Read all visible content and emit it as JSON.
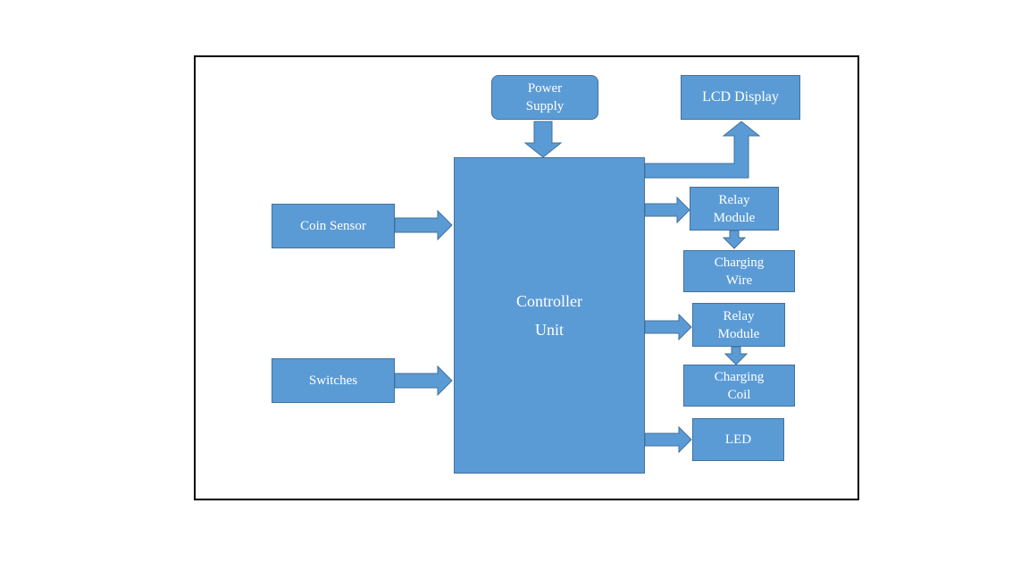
{
  "diagram": {
    "blocks": {
      "power_supply": "Power\nSupply",
      "lcd_display": "LCD Display",
      "controller": "Controller\nUnit",
      "coin_sensor": "Coin Sensor",
      "switches": "Switches",
      "relay_module_1": "Relay\nModule",
      "charging_wire": "Charging\nWire",
      "relay_module_2": "Relay\nModule",
      "charging_coil": "Charging\nCoil",
      "led": "LED"
    }
  },
  "colors": {
    "block_fill": "#5b9bd5",
    "block_border": "#41719c",
    "text": "#ffffff",
    "frame": "#000000"
  }
}
